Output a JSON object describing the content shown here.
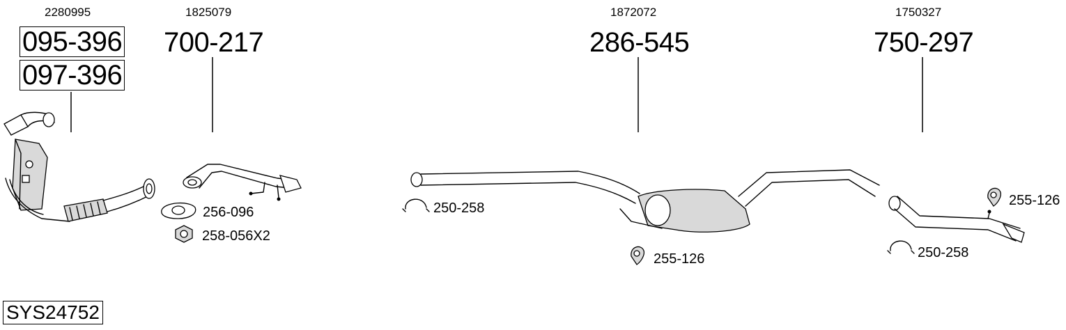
{
  "groups": [
    {
      "oe_number": "2280995",
      "part_numbers": [
        "095-396",
        "097-396"
      ]
    },
    {
      "oe_number": "1825079",
      "part_numbers": [
        "700-217"
      ]
    },
    {
      "oe_number": "1872072",
      "part_numbers": [
        "286-545"
      ]
    },
    {
      "oe_number": "1750327",
      "part_numbers": [
        "750-297"
      ]
    }
  ],
  "accessories": {
    "gasket": "256-096",
    "nut": "258-056X2",
    "clamp_front": "250-258",
    "hanger_middle": "255-126",
    "clamp_rear": "250-258",
    "hanger_rear": "255-126"
  },
  "system_code": "SYS24752"
}
